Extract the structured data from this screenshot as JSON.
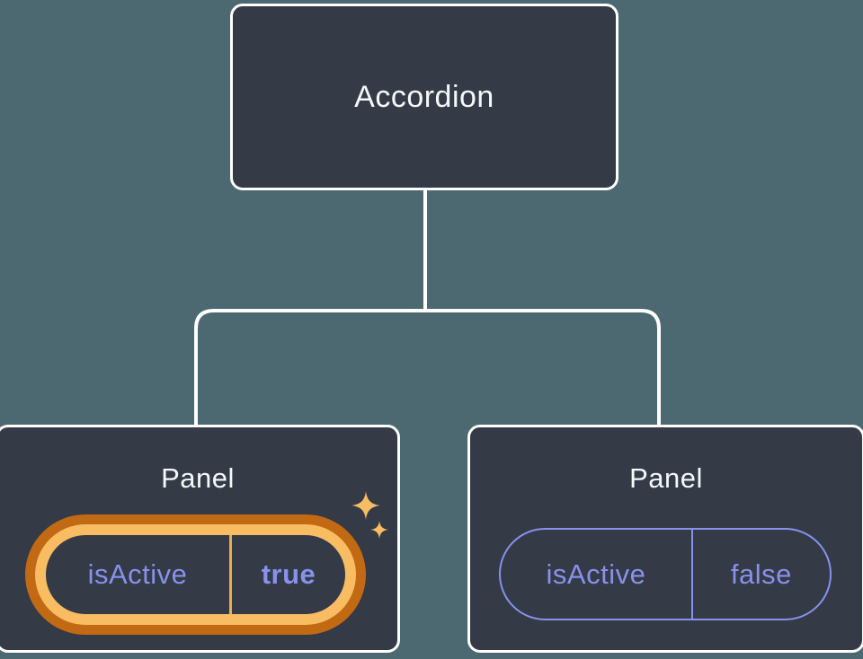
{
  "diagram": {
    "description": "Component tree: Accordion parent holding state for two Panel children",
    "root": {
      "label": "Accordion"
    },
    "panels": [
      {
        "label": "Panel",
        "state_key": "isActive",
        "state_value": "true",
        "highlighted": true
      },
      {
        "label": "Panel",
        "state_key": "isActive",
        "state_value": "false",
        "highlighted": false
      }
    ],
    "colors": {
      "background": "#4C6870",
      "node_fill": "#343A46",
      "node_border": "#FFFFFF",
      "connector_line": "#FFFFFF",
      "state_purple": "#8891EC",
      "highlight_gold": "#F8BC63",
      "highlight_orange": "#C26914",
      "divider_gold": "#ECAB4F",
      "title_text": "#F6F7F9"
    }
  }
}
